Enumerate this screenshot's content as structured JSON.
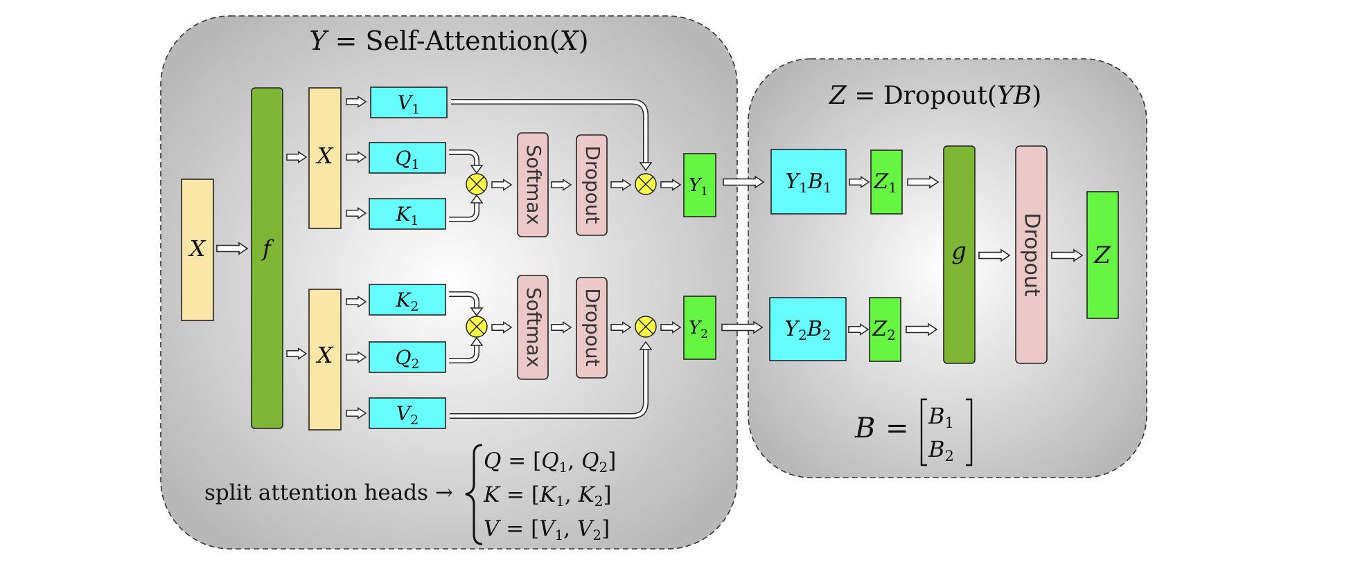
{
  "left_panel": {
    "title_lhs": "Y",
    "title_rhs": "Self-Attention(",
    "title_arg": "X",
    "title_close": ")"
  },
  "right_panel": {
    "title_lhs": "Z",
    "title_rhs": "Dropout(",
    "title_arg": "YB",
    "title_close": ")"
  },
  "nodes": {
    "x_input": "X",
    "f": "f",
    "x_head1": "X",
    "x_head2": "X",
    "v": "V",
    "q": "Q",
    "k": "K",
    "y": "Y",
    "b": "B",
    "z": "Z",
    "g": "g",
    "z_out": "Z",
    "softmax": "Softmax",
    "dropout": "Dropout",
    "sub1": "1",
    "sub2": "2"
  },
  "split_note": {
    "label": "split attention heads →",
    "lines": [
      {
        "lhs": "Q",
        "a": "Q",
        "b": "Q"
      },
      {
        "lhs": "K",
        "a": "K",
        "b": "K"
      },
      {
        "lhs": "V",
        "a": "V",
        "b": "V"
      }
    ]
  },
  "b_matrix": {
    "lhs": "B",
    "entries": [
      "B",
      "B"
    ]
  },
  "colors": {
    "panel_center": "#ffffff",
    "panel_edge": "#b8b8b8",
    "yellow": "#fae6a6",
    "green": "#7fb636",
    "lime": "#66f542",
    "cyan": "#66fcfc",
    "pink": "#ecc9c9",
    "multiply": "#fafa4a"
  },
  "icons": [
    "double-arrow-icon",
    "multiply-icon"
  ]
}
